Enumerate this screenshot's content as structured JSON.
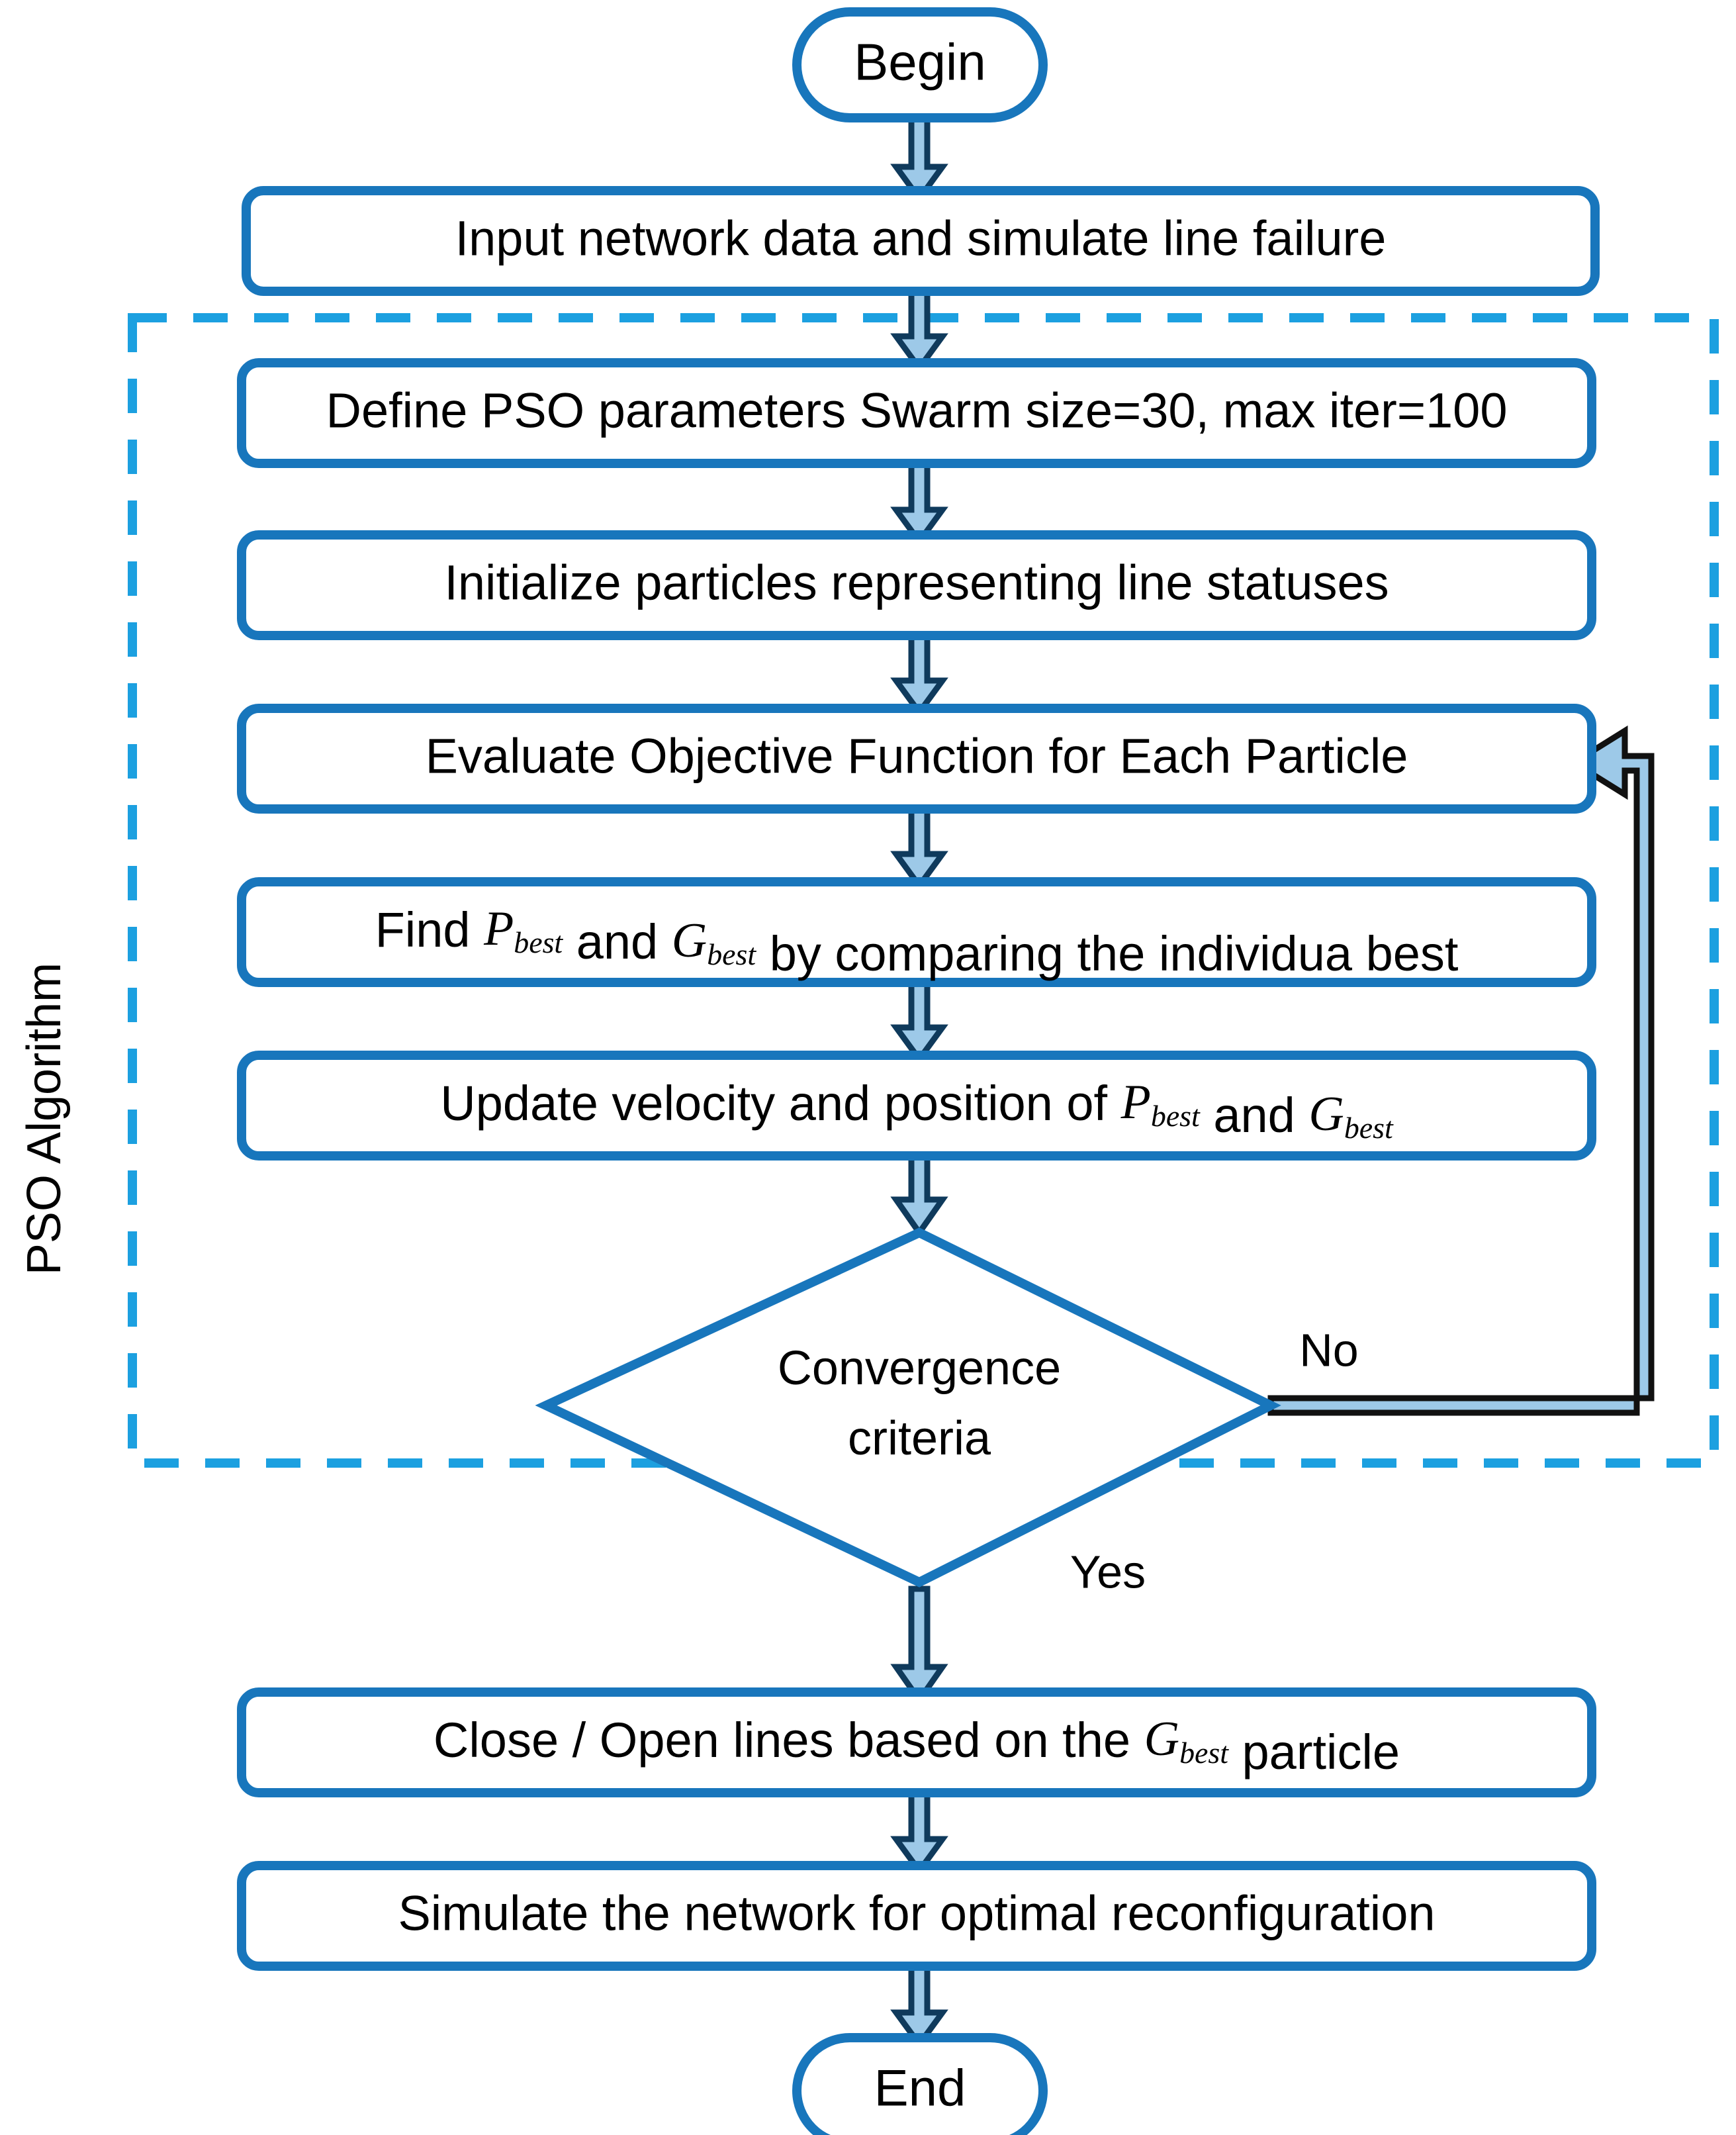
{
  "diagram": {
    "title": "PSO Algorithm Flowchart",
    "group_label": "PSO Algorithm",
    "colors": {
      "box_stroke": "#1876BC",
      "dashed_stroke": "#1CA0E0",
      "arrow_fill": "#9DC9E8",
      "arrow_stroke": "#0F3A5C",
      "loop_stroke": "#000000",
      "text": "#000000",
      "background": "#FFFFFF"
    },
    "nodes": {
      "begin": {
        "label": "Begin",
        "shape": "terminator"
      },
      "input": {
        "label": "Input network data and simulate line failure",
        "shape": "process"
      },
      "define": {
        "label": "Define PSO parameters Swarm size=30, max iter=100",
        "shape": "process"
      },
      "initialize": {
        "label": "Initialize particles representing line statuses",
        "shape": "process"
      },
      "evaluate": {
        "label": "Evaluate Objective Function for Each Particle",
        "shape": "process"
      },
      "findbest": {
        "shape": "process",
        "label": "Find Pbest and Gbest by comparing the individua best",
        "parts": [
          {
            "t": "Find ",
            "k": "plain"
          },
          {
            "t": "P",
            "k": "var"
          },
          {
            "t": "best",
            "k": "sub"
          },
          {
            "t": "  and ",
            "k": "plain"
          },
          {
            "t": "G",
            "k": "var"
          },
          {
            "t": "best",
            "k": "sub"
          },
          {
            "t": "  by comparing the individua best",
            "k": "plain"
          }
        ]
      },
      "update": {
        "shape": "process",
        "label": "Update velocity and position of Pbest and Gbest",
        "parts": [
          {
            "t": "Update velocity and position of ",
            "k": "plain"
          },
          {
            "t": "P",
            "k": "var"
          },
          {
            "t": "best",
            "k": "sub"
          },
          {
            "t": "  and ",
            "k": "plain"
          },
          {
            "t": "G",
            "k": "var"
          },
          {
            "t": "best",
            "k": "sub"
          }
        ]
      },
      "decision": {
        "shape": "decision",
        "line1": "Convergence",
        "line2": "criteria"
      },
      "closeopen": {
        "shape": "process",
        "label": "Close / Open lines based on the Gbest particle",
        "parts": [
          {
            "t": "Close / Open lines based on the ",
            "k": "plain"
          },
          {
            "t": "G",
            "k": "var"
          },
          {
            "t": "best",
            "k": "sub"
          },
          {
            "t": "  particle",
            "k": "plain"
          }
        ]
      },
      "simulate": {
        "label": "Simulate the network for optimal reconfiguration",
        "shape": "process"
      },
      "end": {
        "label": "End",
        "shape": "terminator"
      }
    },
    "edges": {
      "no_label": "No",
      "yes_label": "Yes"
    }
  }
}
